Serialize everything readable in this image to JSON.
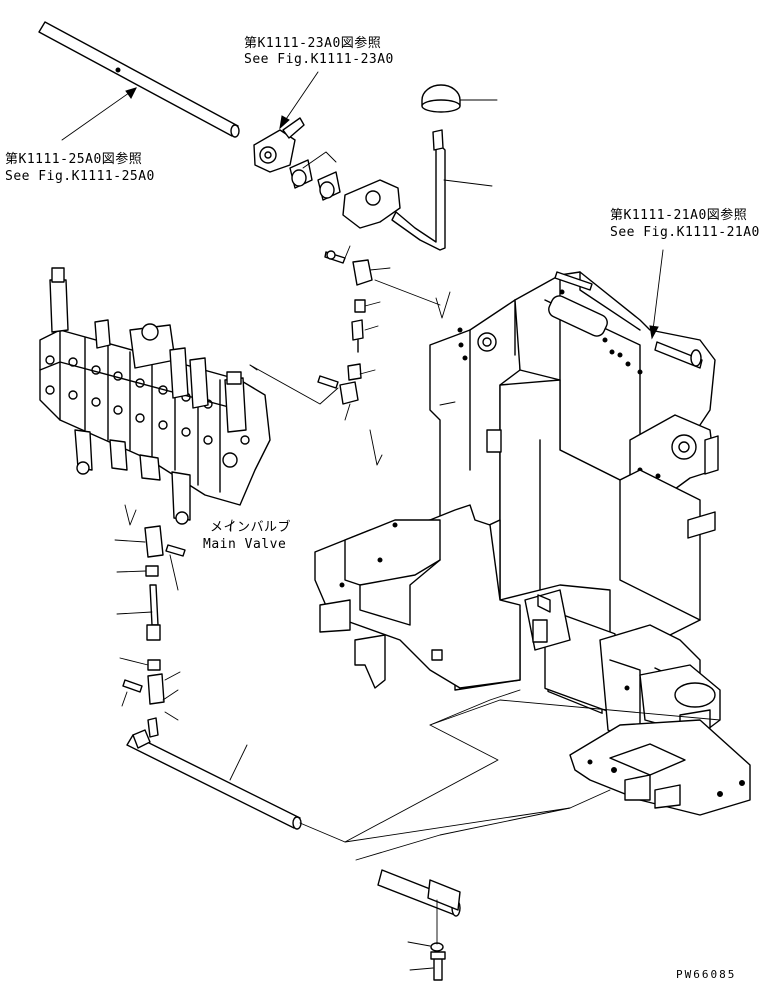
{
  "labels": {
    "ref_23a0_jp": "第K1111-23A0図参照",
    "ref_23a0_en": "See Fig.K1111-23A0",
    "ref_25a0_jp": "第K1111-25A0図参照",
    "ref_25a0_en": "See Fig.K1111-25A0",
    "ref_21a0_jp": "第K1111-21A0図参照",
    "ref_21a0_en": "See Fig.K1111-21A0",
    "main_valve_jp": "メインバルブ",
    "main_valve_en": "Main Valve",
    "drawing_code": "PW66085"
  },
  "colors": {
    "ink": "#000000",
    "paper": "#ffffff"
  }
}
